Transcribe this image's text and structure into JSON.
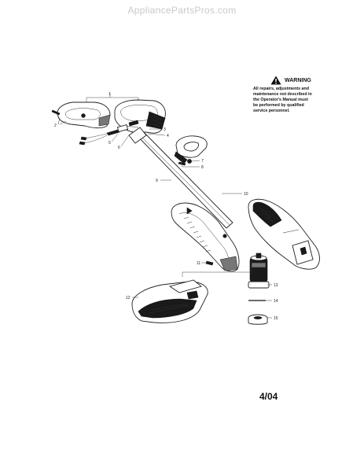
{
  "site": {
    "watermark": "AppliancePartsPros.com"
  },
  "warning": {
    "title": "WARNING",
    "lines": [
      "All repairs, adjustments and",
      "maintenance not described in",
      "the Operator's Manual must",
      "be performed by qualified",
      "service personnel."
    ]
  },
  "callouts": {
    "c1": "1",
    "c2": "2",
    "c3": "3",
    "c4": "4",
    "c5": "5",
    "c6": "6",
    "c7": "7",
    "c8": "8",
    "c9": "9",
    "c10": "10",
    "c11": "11",
    "c12": "12",
    "c13": "13",
    "c14": "14",
    "c15": "15"
  },
  "footer": {
    "date_code": "4/04"
  }
}
